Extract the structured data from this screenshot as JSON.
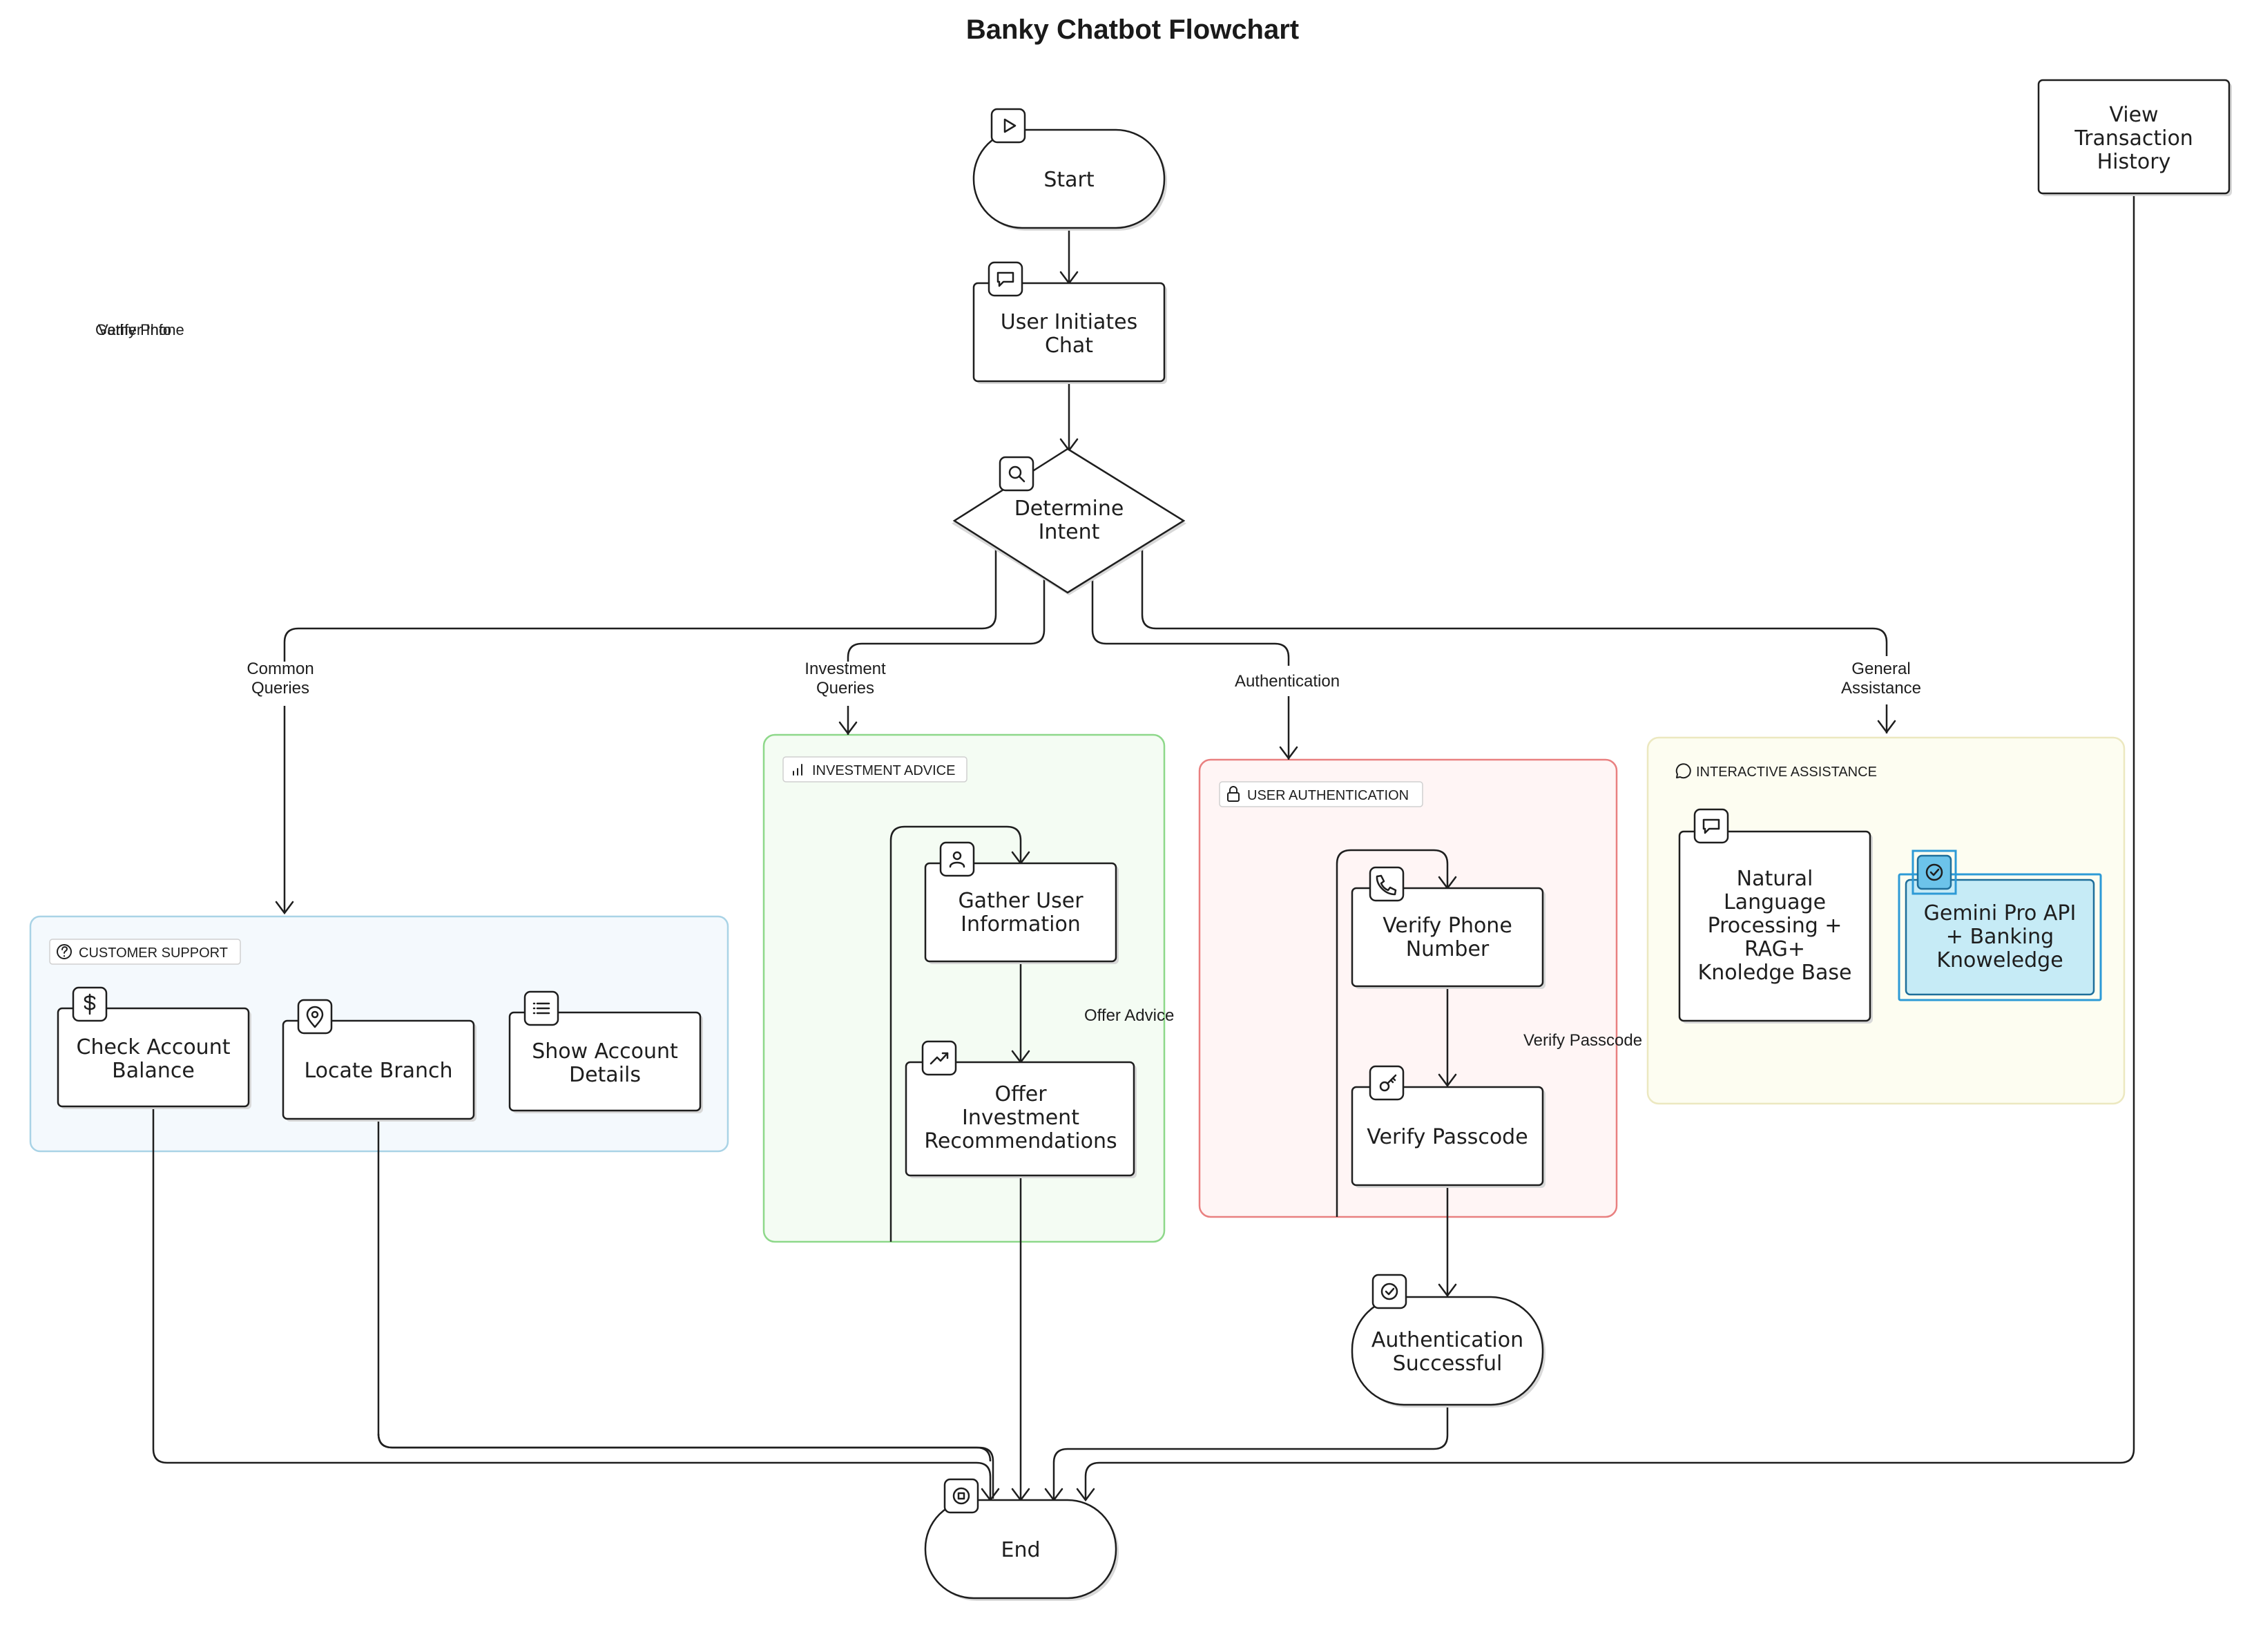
{
  "title": "Banky Chatbot Flowchart",
  "colors": {
    "customer_support_fill": "#f4f9fd",
    "customer_support_stroke": "#a9d3e6",
    "investment_fill": "#f4fcf3",
    "investment_stroke": "#8ed88a",
    "auth_fill": "#fff5f5",
    "auth_stroke": "#e98080",
    "assistance_fill": "#fdfdf1",
    "assistance_stroke": "#ece8c0",
    "highlight_fill": "#c6ebf6",
    "highlight_stroke": "#2d9ad6"
  },
  "nodes": {
    "start": {
      "lines": [
        "Start"
      ],
      "icon": "play-icon"
    },
    "user_initiates_chat": {
      "lines": [
        "User Initiates",
        "Chat"
      ],
      "icon": "chat-icon"
    },
    "determine_intent": {
      "lines": [
        "Determine",
        "Intent"
      ],
      "icon": "search-icon"
    },
    "check_account_balance": {
      "lines": [
        "Check Account",
        "Balance"
      ],
      "icon": "dollar-icon"
    },
    "locate_branch": {
      "lines": [
        "Locate Branch"
      ],
      "icon": "map-pin-icon"
    },
    "show_account_details": {
      "lines": [
        "Show Account",
        "Details"
      ],
      "icon": "list-icon"
    },
    "gather_user_information": {
      "lines": [
        "Gather User",
        "Information"
      ],
      "icon": "user-icon"
    },
    "offer_investment_recommendations": {
      "lines": [
        "Offer",
        "Investment",
        "Recommendations"
      ],
      "icon": "trending-up-icon"
    },
    "verify_phone_number": {
      "lines": [
        "Verify Phone",
        "Number"
      ],
      "icon": "phone-icon"
    },
    "verify_passcode": {
      "lines": [
        "Verify Passcode"
      ],
      "icon": "key-icon"
    },
    "authentication_successful": {
      "lines": [
        "Authentication",
        "Successful"
      ],
      "icon": "check-circle-icon"
    },
    "natural_language_processing": {
      "lines": [
        "Natural",
        "Language",
        "Processing +",
        "RAG+",
        "Knoledge Base"
      ],
      "icon": "chat-icon"
    },
    "gemini_pro_api": {
      "lines": [
        "Gemini Pro API",
        "+ Banking",
        "Knoweledge"
      ],
      "icon": "check-circle-icon"
    },
    "view_transaction_history": {
      "lines": [
        "View",
        "Transaction",
        "History"
      ]
    },
    "end": {
      "lines": [
        "End"
      ],
      "icon": "stop-icon"
    }
  },
  "groups": {
    "customer_support": {
      "label": "CUSTOMER SUPPORT",
      "icon": "help-circle-icon"
    },
    "investment_advice": {
      "label": "INVESTMENT ADVICE",
      "icon": "bar-chart-icon"
    },
    "user_authentication": {
      "label": "USER AUTHENTICATION",
      "icon": "lock-icon"
    },
    "interactive_assistance": {
      "label": "INTERACTIVE ASSISTANCE",
      "icon": "message-circle-icon"
    }
  },
  "edge_labels": {
    "common_queries": [
      "Common",
      "Queries"
    ],
    "investment_queries": [
      "Investment",
      "Queries"
    ],
    "authentication": [
      "Authentication"
    ],
    "general_assistance": [
      "General",
      "Assistance"
    ],
    "offer_advice": [
      "Offer Advice"
    ],
    "verify_passcode": [
      "Verify Passcode"
    ]
  },
  "stray_labels": [
    "Gather Info",
    "Verify Phone"
  ]
}
